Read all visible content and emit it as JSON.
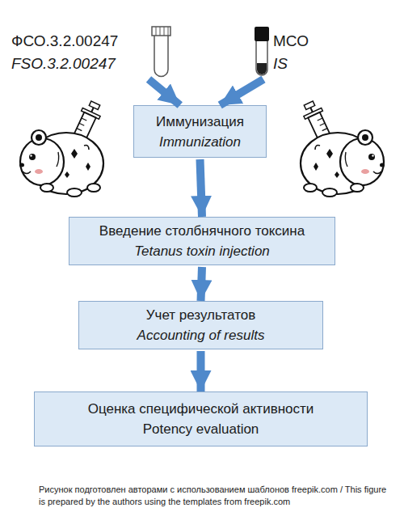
{
  "diagram": {
    "caption": "Рисунок подготовлен авторами с использованием шаблонов freepik.com / This figure is prepared by the authors using the templates from freepik.com",
    "nodes": [
      {
        "text": [
          "ФСО.3.2.00247",
          "FSO.3.2.00247"
        ]
      },
      {
        "text": [
          "МСО",
          "IS"
        ]
      },
      {
        "text": [
          "Иммунизация",
          "Immunization"
        ]
      },
      {
        "text": [
          "Введение столбнячного токсина",
          "Tetanus toxin injection"
        ]
      },
      {
        "text": [
          "Учет результатов",
          "Accounting of results"
        ]
      },
      {
        "text": [
          "Оценка специфической активности",
          "Potency evaluation"
        ]
      }
    ],
    "edges": [
      {
        "from": 0,
        "to": 2,
        "arrow": "to"
      },
      {
        "from": 1,
        "to": 2,
        "arrow": "to"
      },
      {
        "from": 2,
        "to": 3,
        "arrow": "to"
      },
      {
        "from": 3,
        "to": 4,
        "arrow": "to"
      },
      {
        "from": 4,
        "to": 5,
        "arrow": "to"
      }
    ]
  }
}
